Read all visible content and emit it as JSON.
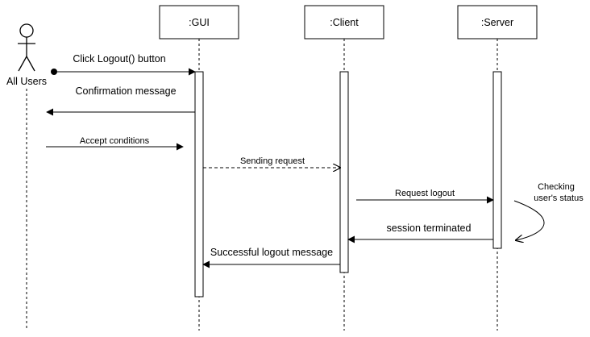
{
  "actor": {
    "label": "All Users"
  },
  "lifelines": [
    {
      "id": "gui",
      "label": ":GUI"
    },
    {
      "id": "client",
      "label": ":Client"
    },
    {
      "id": "server",
      "label": ":Server"
    }
  ],
  "messages": [
    {
      "id": "click-logout",
      "label": "Click Logout() button"
    },
    {
      "id": "confirmation",
      "label": "Confirmation message"
    },
    {
      "id": "accept",
      "label": "Accept conditions"
    },
    {
      "id": "sending",
      "label": "Sending request"
    },
    {
      "id": "request-logout",
      "label": "Request logout"
    },
    {
      "id": "session-terminated",
      "label": "session terminated"
    },
    {
      "id": "successful-logout",
      "label": "Successful logout message"
    }
  ],
  "note": {
    "line1": "Checking",
    "line2": "user's status"
  }
}
